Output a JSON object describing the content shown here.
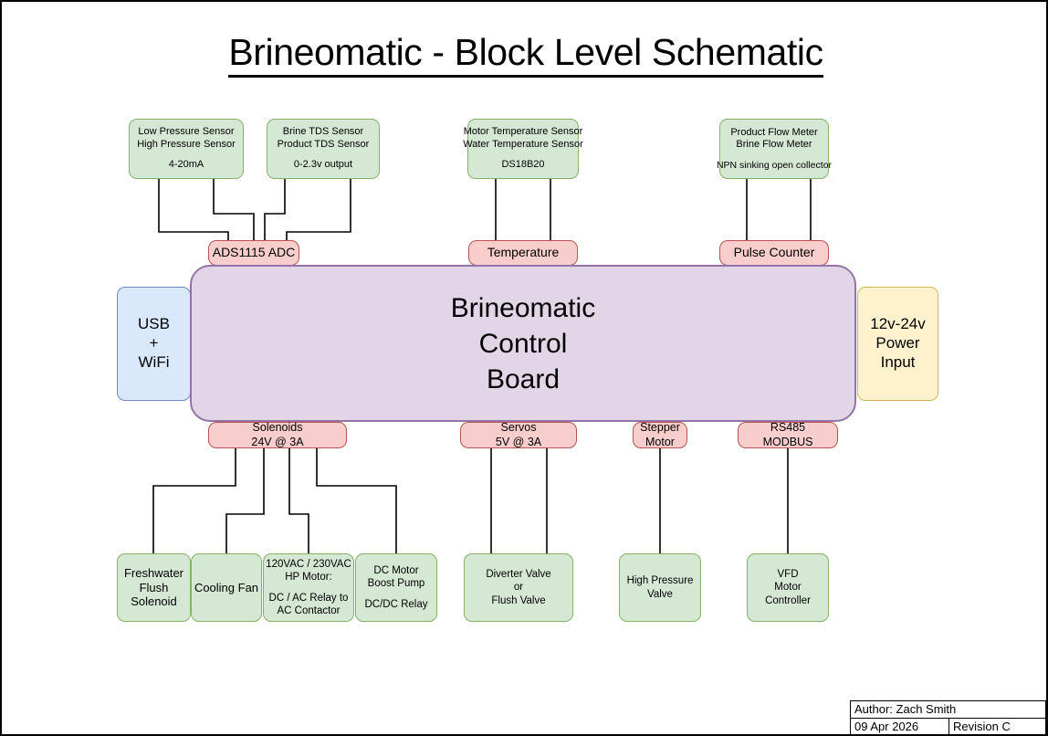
{
  "document": {
    "title": "Brineomatic - Block Level Schematic"
  },
  "title_block": {
    "author": "Author: Zach Smith",
    "date": "09 Apr 2026",
    "revision": "Revision C"
  },
  "colors": {
    "sensor_fill": "#d5e8d4",
    "sensor_stroke": "#82b366",
    "interface_fill": "#f8cecc",
    "interface_stroke": "#b85450",
    "board_fill": "#e1d5e7",
    "board_stroke": "#9673a6",
    "comms_fill": "#dae8fc",
    "comms_stroke": "#6c8ebf",
    "power_fill": "#fff2cc",
    "power_stroke": "#d6b656",
    "wire": "#000000"
  },
  "sensors": [
    {
      "id": "pressure-sensors",
      "line1": "Low Pressure Sensor",
      "line2": "High Pressure Sensor",
      "spec": "4-20mA"
    },
    {
      "id": "tds-sensors",
      "line1": "Brine TDS Sensor",
      "line2": "Product TDS Sensor",
      "spec": "0-2.3v output"
    },
    {
      "id": "temperature-sensors",
      "line1": "Motor Temperature Sensor",
      "line2": "Water Temperature Sensor",
      "spec": "DS18B20"
    },
    {
      "id": "flow-meters",
      "line1": "Product Flow Meter",
      "line2": "Brine Flow Meter",
      "spec": "NPN sinking open collector"
    }
  ],
  "input_interfaces": [
    {
      "id": "ads1115-adc",
      "label": "ADS1115 ADC"
    },
    {
      "id": "temperature",
      "label": "Temperature"
    },
    {
      "id": "pulse-counter",
      "label": "Pulse Counter"
    }
  ],
  "control_board": {
    "line1": "Brineomatic",
    "line2": "Control",
    "line3": "Board"
  },
  "comms": {
    "line1": "USB",
    "line2": "+",
    "line3": "WiFi"
  },
  "power": {
    "line1": "12v-24v",
    "line2": "Power",
    "line3": "Input"
  },
  "output_interfaces": [
    {
      "id": "solenoids",
      "line1": "Solenoids",
      "line2": "24V @ 3A"
    },
    {
      "id": "servos",
      "line1": "Servos",
      "line2": "5V @ 3A"
    },
    {
      "id": "stepper-motor",
      "line1": "Stepper",
      "line2": "Motor"
    },
    {
      "id": "rs485-modbus",
      "line1": "RS485",
      "line2": "MODBUS"
    }
  ],
  "devices": [
    {
      "id": "freshwater-flush-solenoid",
      "line1": "Freshwater",
      "line2": "Flush",
      "line3": "Solenoid"
    },
    {
      "id": "cooling-fan",
      "line1": "Cooling Fan"
    },
    {
      "id": "hp-motor",
      "line1": "120VAC / 230VAC",
      "line2": "HP Motor:",
      "line3": "DC / AC Relay to",
      "line4": "AC Contactor"
    },
    {
      "id": "dc-boost-pump",
      "line1": "DC Motor",
      "line2": "Boost Pump",
      "line3": "DC/DC Relay"
    },
    {
      "id": "diverter-valve",
      "line1": "Diverter Valve",
      "line2": "or",
      "line3": "Flush Valve"
    },
    {
      "id": "high-pressure-valve",
      "line1": "High Pressure",
      "line2": "Valve"
    },
    {
      "id": "vfd-motor-controller",
      "line1": "VFD",
      "line2": "Motor",
      "line3": "Controller"
    }
  ]
}
